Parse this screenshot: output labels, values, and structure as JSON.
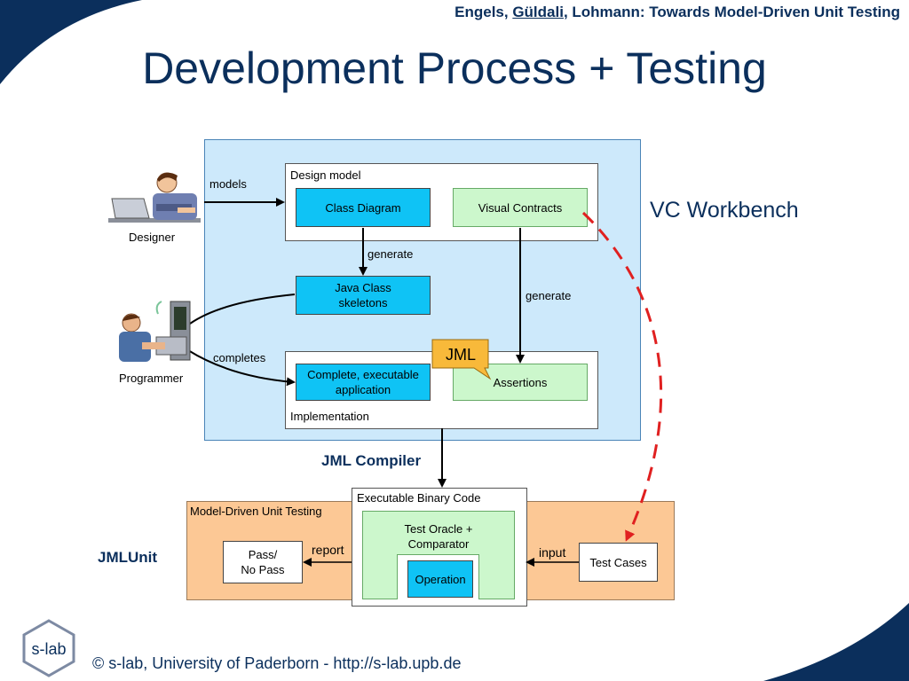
{
  "header": {
    "authors_prefix": "Engels, ",
    "authors_underlined": "Güldali",
    "authors_suffix": ", Lohmann: Towards Model-Driven Unit Testing"
  },
  "title": "Development Process + Testing",
  "actors": {
    "designer": "Designer",
    "programmer": "Programmer"
  },
  "diagram": {
    "design_model": "Design model",
    "class_diagram": "Class Diagram",
    "visual_contracts": "Visual Contracts",
    "java_class_skeletons_line1": "Java Class",
    "java_class_skeletons_line2": "skeletons",
    "implementation": "Implementation",
    "complete_app_line1": "Complete, executable",
    "complete_app_line2": "application",
    "assertions": "Assertions",
    "jml": "JML",
    "models": "models",
    "generate_left": "generate",
    "generate_right": "generate",
    "completes": "completes",
    "vc_workbench": "VC Workbench",
    "jml_compiler": "JML Compiler",
    "executable_binary_code": "Executable Binary Code",
    "model_driven_unit_testing": "Model-Driven Unit Testing",
    "test_oracle_line1": "Test Oracle +",
    "test_oracle_line2": "Comparator",
    "operation": "Operation",
    "pass_line1": "Pass/",
    "pass_line2": "No Pass",
    "report": "report",
    "input": "input",
    "test_cases": "Test Cases",
    "jmlunit": "JMLUnit"
  },
  "footer": {
    "text": "© s-lab, University of Paderborn  - http://s-lab.upb.de",
    "logo": "s-lab"
  },
  "colors": {
    "title_blue": "#0b2f5c",
    "panel_blue": "#cde9fb",
    "node_cyan": "#0fc3f5",
    "node_green": "#ccf7cc",
    "panel_orange": "#fcc895",
    "jml_flag": "#f8b93a",
    "dashed_red": "#e02020"
  }
}
